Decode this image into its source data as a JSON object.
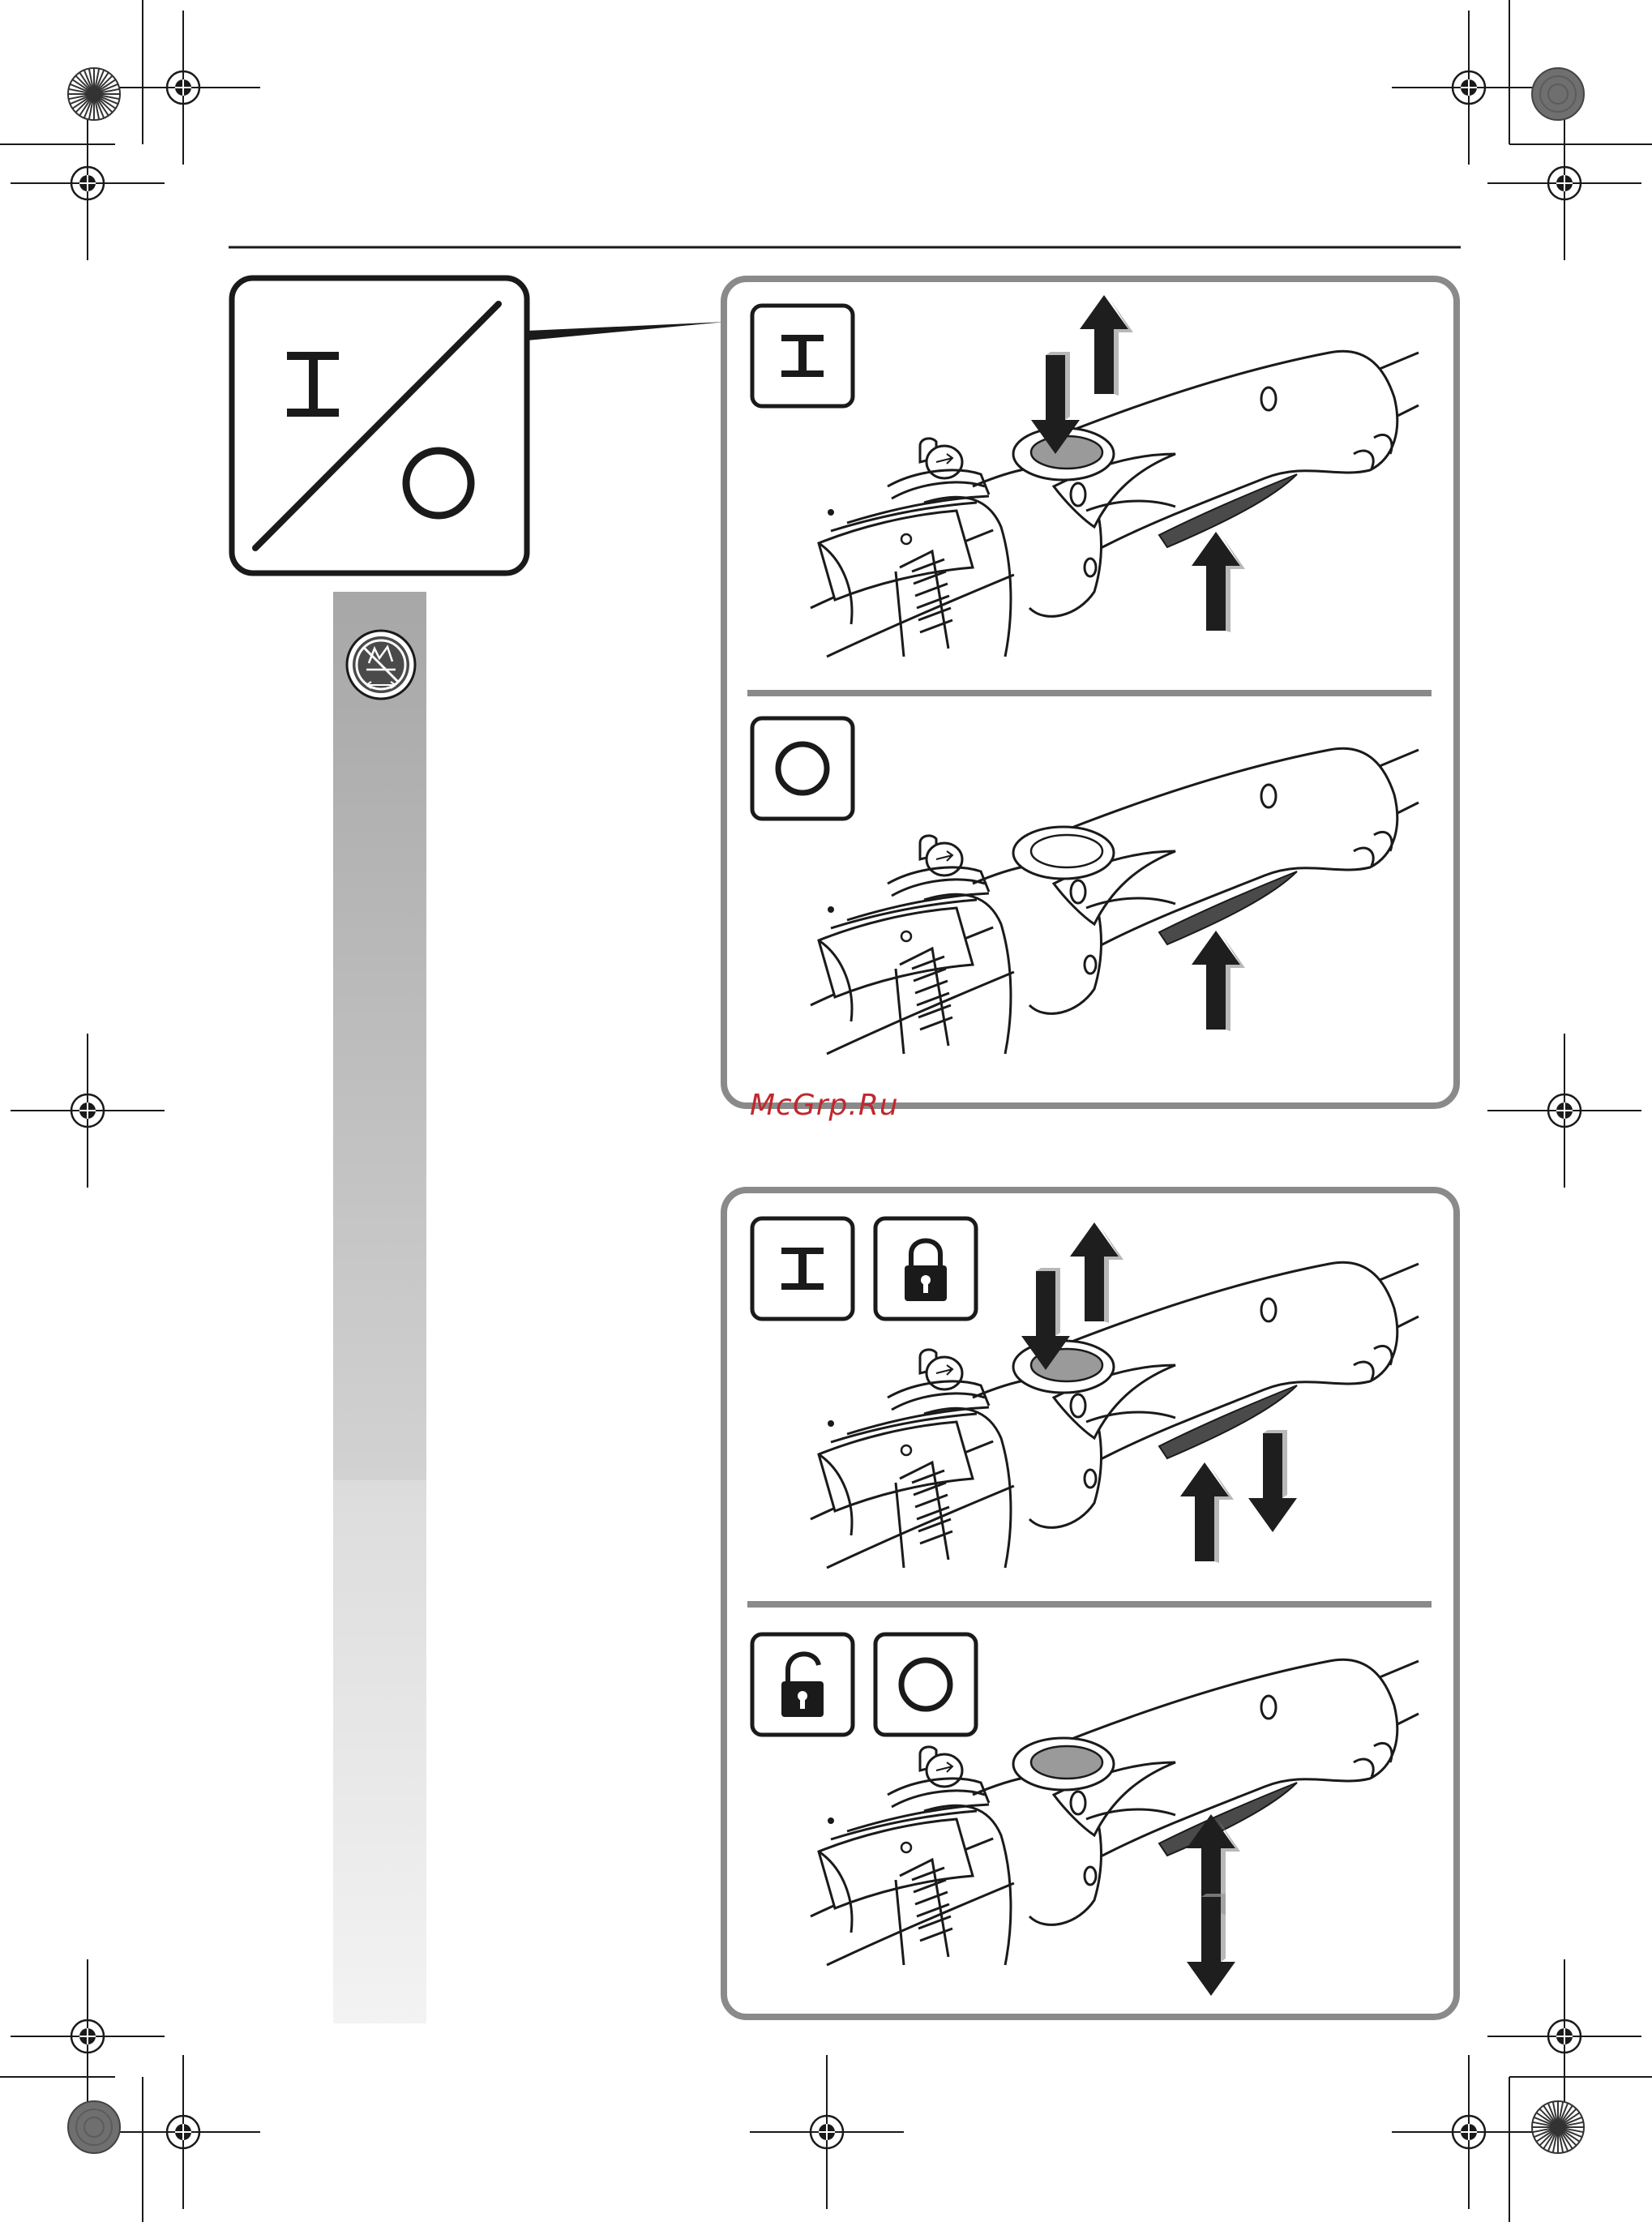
{
  "page": {
    "symbol_on": "I",
    "watermark": "McGrp.Ru"
  },
  "sidebar": {
    "icon": "no-ground-contact-icon"
  },
  "panels": [
    {
      "steps": [
        {
          "icons": [
            "on-symbol-icon"
          ],
          "arrows": "press-trigger-lock-and-trigger"
        },
        {
          "icons": [
            "off-symbol-icon"
          ],
          "arrows": "release-trigger"
        }
      ]
    },
    {
      "steps": [
        {
          "icons": [
            "on-symbol-icon",
            "lock-closed-icon"
          ],
          "arrows": "press-lock-and-trigger"
        },
        {
          "icons": [
            "lock-open-icon",
            "off-symbol-icon"
          ],
          "arrows": "release-lock"
        }
      ]
    }
  ],
  "colors": {
    "frame": "#8a8a8a",
    "ink": "#1a1a1a",
    "button": "#9a9a9a",
    "sidebar_top": "#a9a9a9",
    "sidebar_bottom": "#f1f1f1"
  }
}
